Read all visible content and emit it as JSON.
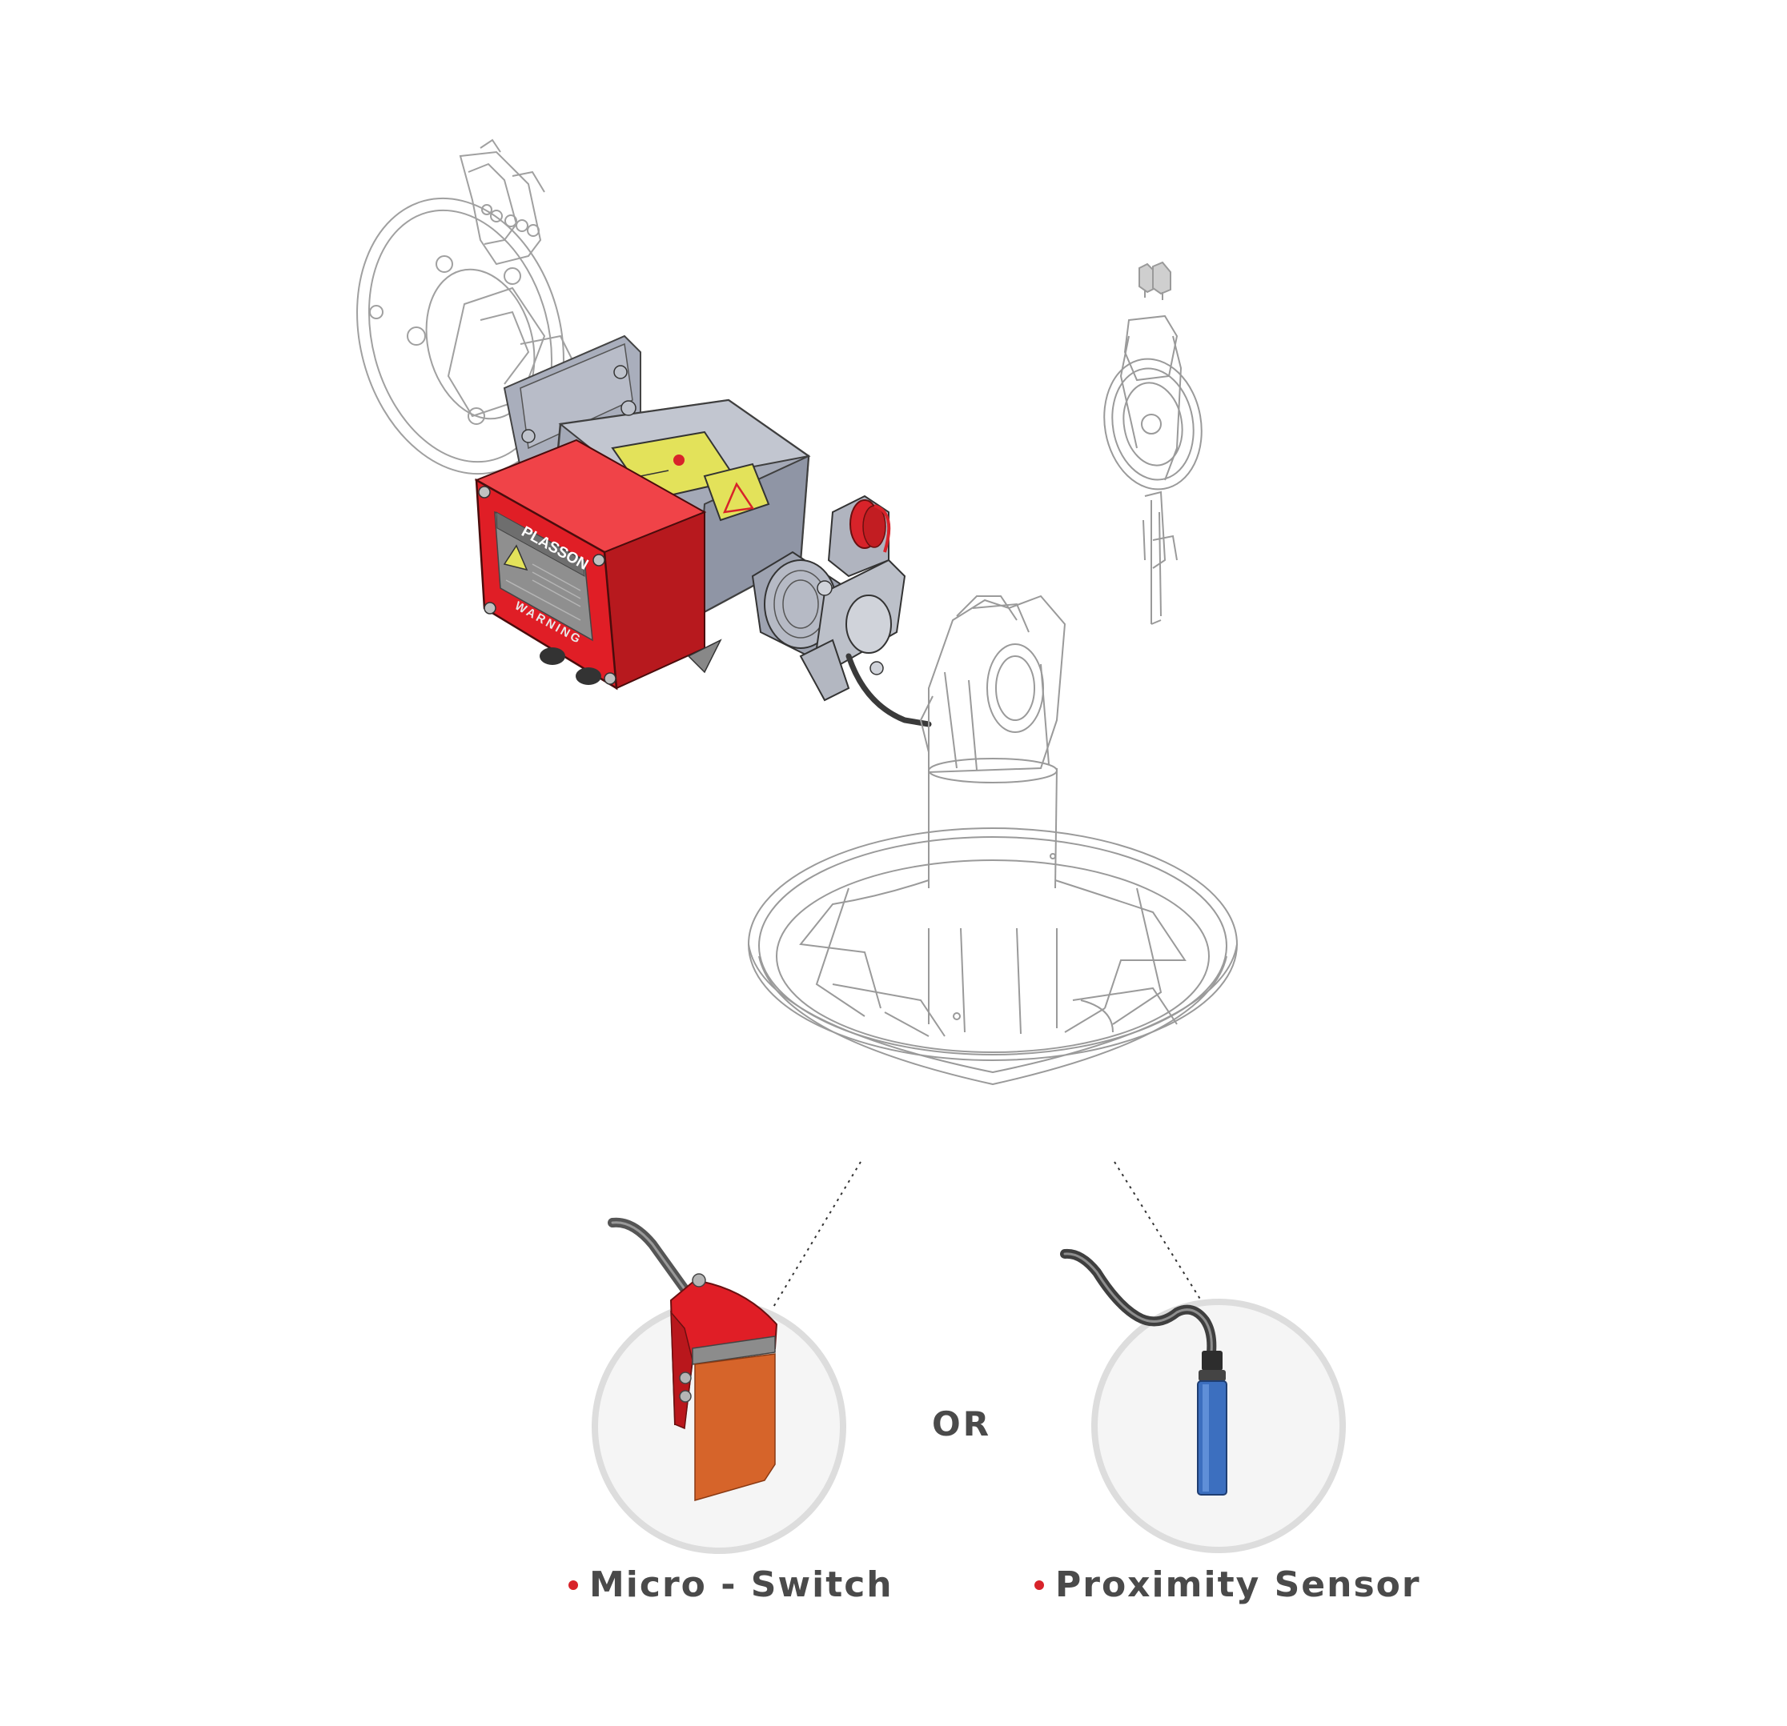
{
  "labels": {
    "or_text": "OR",
    "option_micro_switch": "Micro - Switch",
    "option_proximity_sensor": "Proximity Sensor"
  },
  "control_box": {
    "brand_text": "PLASSON",
    "warning_text": "WARNING"
  },
  "colors": {
    "accent_red": "#d8232a",
    "motor_gray": "#a3a8b8",
    "control_box_red": "#e01e26",
    "warning_yellow": "#e3e25a",
    "micro_switch_orange": "#d6642a",
    "proximity_blue": "#3c6fbf",
    "sketch_gray": "#9a9a9a",
    "label_gray": "#4a4a4a"
  }
}
